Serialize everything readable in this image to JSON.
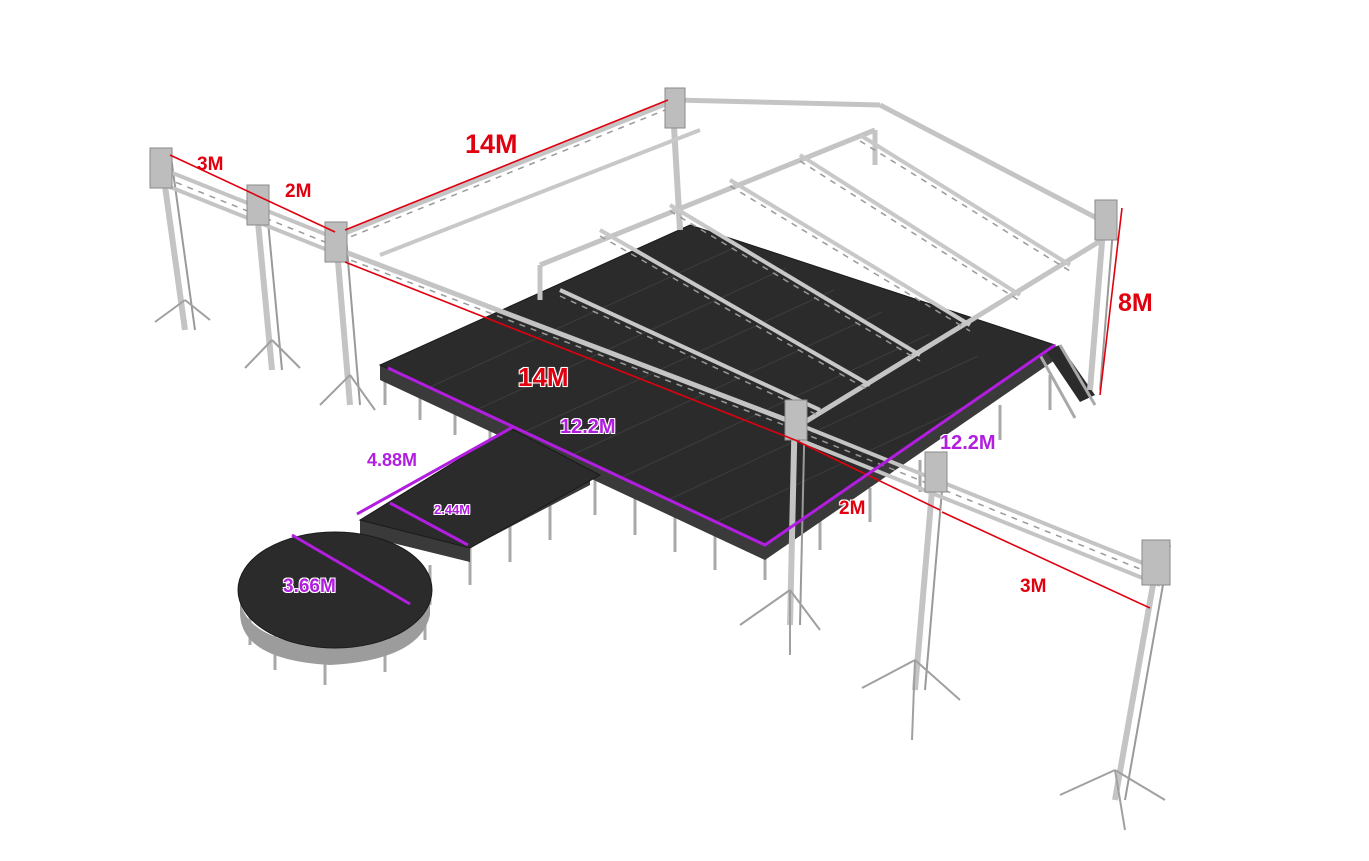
{
  "diagram": {
    "subject": "Stage truss roof system with runway and round thrust stage",
    "colors": {
      "truss": "#c9c9c9",
      "truss_dark": "#8a8a8a",
      "deck": "#2b2b2b",
      "truss_dimension": "#e0000f",
      "stage_dimension": "#b21ee0",
      "background": "#ffffff"
    },
    "truss_dimensions": {
      "left_wing_outer": "3M",
      "left_wing_inner": "2M",
      "roof_back_width": "14M",
      "roof_front_width": "14M",
      "roof_height": "8M",
      "right_wing_inner": "2M",
      "right_wing_outer": "3M"
    },
    "stage_dimensions": {
      "main_stage_width": "12.2M",
      "main_stage_depth": "12.2M",
      "runway_length": "4.88M",
      "runway_width": "2.44M",
      "round_stage_diameter": "3.66M"
    }
  }
}
